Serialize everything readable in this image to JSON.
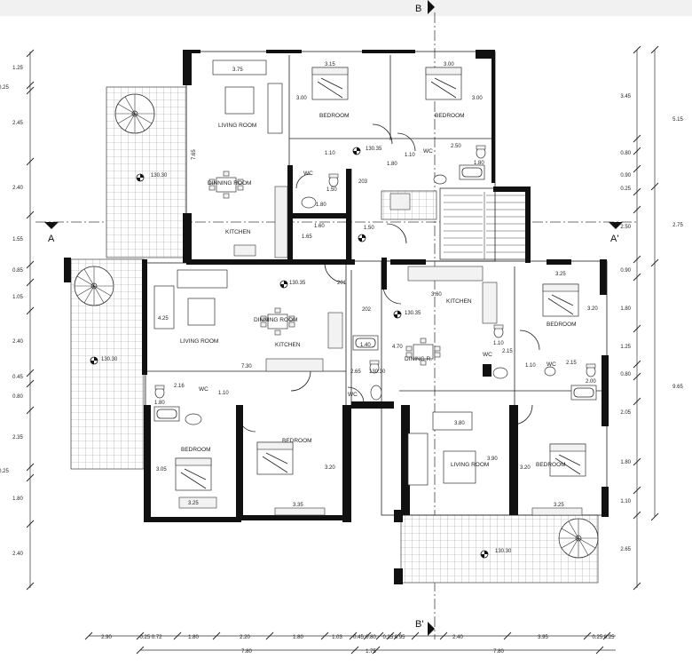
{
  "section_marks": {
    "top": "B",
    "bottom": "B'",
    "left": "A",
    "right": "A'"
  },
  "rooms": [
    {
      "id": "living-top",
      "label": "LIVING ROOM"
    },
    {
      "id": "bedroom-top1",
      "label": "BEDROOM"
    },
    {
      "id": "bedroom-top2",
      "label": "BEDROOM"
    },
    {
      "id": "dining-top",
      "label": "DINNING ROOM"
    },
    {
      "id": "kitchen-top",
      "label": "KITCHEN"
    },
    {
      "id": "wc-top1",
      "label": "WC"
    },
    {
      "id": "wc-top2",
      "label": "WC"
    },
    {
      "id": "dining-left",
      "label": "DINNING ROOM"
    },
    {
      "id": "living-left",
      "label": "LIVING ROOM"
    },
    {
      "id": "kitchen-left",
      "label": "KITCHEN"
    },
    {
      "id": "wc-left1",
      "label": "WC"
    },
    {
      "id": "wc-left2",
      "label": "WC"
    },
    {
      "id": "bedroom-left1",
      "label": "BEDROOM"
    },
    {
      "id": "bedroom-left2",
      "label": "BEDROOM"
    },
    {
      "id": "kitchen-right",
      "label": "KITCHEN"
    },
    {
      "id": "dining-right",
      "label": "DINING R."
    },
    {
      "id": "wc-right1",
      "label": "WC"
    },
    {
      "id": "wc-right2",
      "label": "WC"
    },
    {
      "id": "bedroom-right1",
      "label": "BEDROOM"
    },
    {
      "id": "living-right",
      "label": "LIVING ROOM"
    },
    {
      "id": "bedroom-right2",
      "label": "BEDROOM"
    }
  ],
  "unit_numbers": [
    "201",
    "202",
    "203"
  ],
  "levels": [
    "130.30",
    "130.35"
  ],
  "inner_dims": [
    "3.75",
    "3.15",
    "3.00",
    "3.00",
    "3.00",
    "7.65",
    "1.10",
    "1.80",
    "1.10",
    "2.50",
    "1.80",
    "1.50",
    "1.80",
    "1.60",
    "1.50",
    "1.65",
    "3.60",
    "4.25",
    "7.30",
    "1.40",
    "2.65",
    "4.70",
    "2.16",
    "1.10",
    "1.80",
    "3.05",
    "3.25",
    "3.35",
    "3.20",
    "3.80",
    "3.90",
    "3.20",
    "3.25",
    "3.25",
    "3.20",
    "1.10",
    "2.15",
    "1.10",
    "2.15",
    "2.00"
  ],
  "left_dims": [
    "1.25",
    "0.25",
    "2.45",
    "2.40",
    "1.55",
    "0.85",
    "1.05",
    "2.40",
    "0.45",
    "0.80",
    "2.35",
    "0.25",
    "1.80",
    "2.40"
  ],
  "right_dims_inner": [
    "3.45",
    "0.80",
    "0.90",
    "0.25",
    "2.50",
    "0.90",
    "1.80",
    "1.25",
    "0.80",
    "2.05",
    "1.80",
    "1.10",
    "2.65"
  ],
  "right_dims_outer": [
    "5.15",
    "2.75",
    "9.65"
  ],
  "bottom_dims_row1": [
    "2.90",
    "0.25 0.72",
    "1.80",
    "2.20",
    "1.80",
    "1.03",
    "0.45",
    "0.80",
    "0.25 0.95",
    "2.40",
    "3.95",
    "0.25 0.25"
  ],
  "bottom_dims_row2": [
    "7.80",
    "1.75",
    "7.80"
  ]
}
